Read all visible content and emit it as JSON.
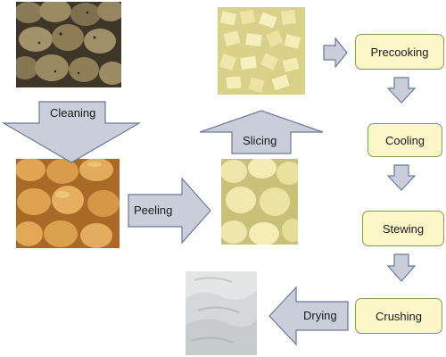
{
  "process_steps": [
    "Precooking",
    "Cooling",
    "Stewing",
    "Crushing"
  ],
  "arrow_labels": {
    "cleaning": "Cleaning",
    "peeling": "Peeling",
    "slicing": "Slicing",
    "drying": "Drying"
  },
  "images": [
    "raw-dirty-potatoes",
    "cleaned-potatoes",
    "peeled-potatoes",
    "sliced-potato-pieces",
    "potato-flour-powder"
  ],
  "colors": {
    "arrow_fill": "#c9ceda",
    "arrow_stroke": "#6b7a95",
    "box_fill": "#fdf6c9",
    "box_border": "#7da34a"
  }
}
